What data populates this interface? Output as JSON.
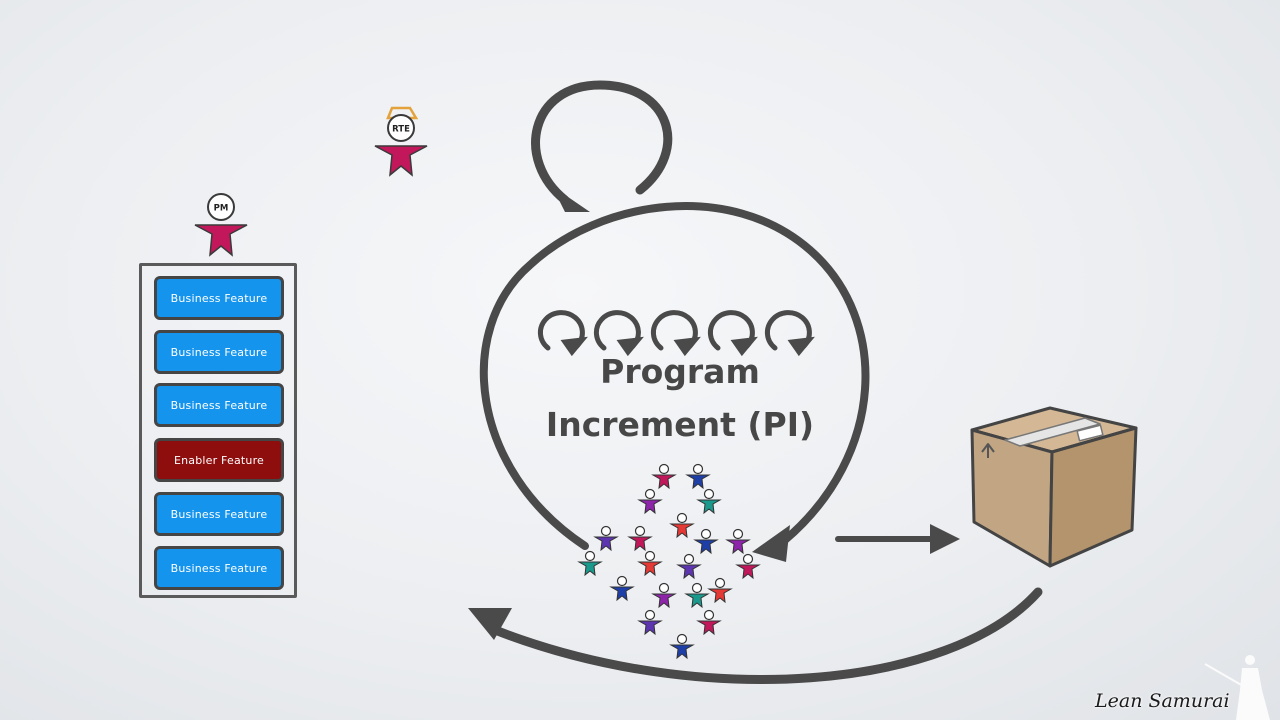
{
  "roles": {
    "rte_label": "RTE",
    "pm_label": "PM"
  },
  "backlog": {
    "features": [
      {
        "label": "Business Feature",
        "kind": "business"
      },
      {
        "label": "Business Feature",
        "kind": "business"
      },
      {
        "label": "Business Feature",
        "kind": "business"
      },
      {
        "label": "Enabler Feature",
        "kind": "enabler"
      },
      {
        "label": "Business Feature",
        "kind": "business"
      },
      {
        "label": "Business Feature",
        "kind": "business"
      }
    ]
  },
  "pi": {
    "line1": "Program",
    "line2": "Increment (PI)",
    "iteration_count": 5
  },
  "team": {
    "colors": [
      "#c2185b",
      "#1e3fa8",
      "#8e24aa",
      "#1a9a8c",
      "#e53935",
      "#5e35b1"
    ]
  },
  "colors": {
    "business_feature": "#1594ee",
    "enabler_feature": "#8e0d0d",
    "role_figure": "#c2185b",
    "arrow": "#4a4a4a",
    "box": "#c2a684"
  },
  "brand": {
    "name": "Lean Samurai"
  }
}
